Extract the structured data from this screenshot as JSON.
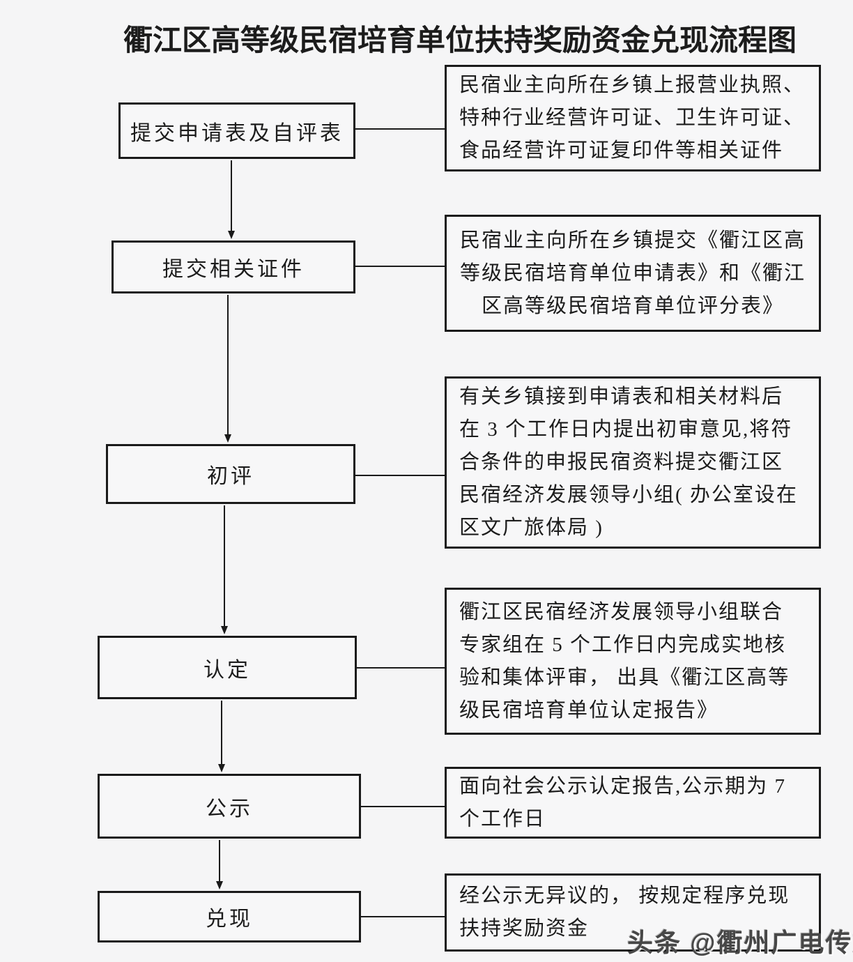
{
  "title": "衢江区高等级民宿培育单位扶持奖励资金兑现流程图",
  "watermark": "头条 @衢州广电传媒",
  "colors": {
    "background": "#f5f5f6",
    "box_border": "#1a1a1a",
    "text": "#1c1c1c",
    "watermark": "#474747"
  },
  "steps": [
    {
      "label": "提交申请表及自评表",
      "detail": "民宿业主向所在乡镇上报营业执照、\n特种行业经营许可证、卫生许可证、\n食品经营许可证复印件等相关证件"
    },
    {
      "label": "提交相关证件",
      "detail": "民宿业主向所在乡镇提交《衢江区高\n等级民宿培育单位申请表》和《衢江\n区高等级民宿培育单位评分表》"
    },
    {
      "label": "初评",
      "detail": "有关乡镇接到申请表和相关材料后\n在 3 个工作日内提出初审意见,将符\n合条件的申报民宿资料提交衢江区\n民宿经济发展领导小组( 办公室设在\n区文广旅体局 )"
    },
    {
      "label": "认定",
      "detail": "衢江区民宿经济发展领导小组联合\n专家组在 5 个工作日内完成实地核\n验和集体评审， 出具《衢江区高等\n级民宿培育单位认定报告》"
    },
    {
      "label": "公示",
      "detail": "面向社会公示认定报告,公示期为 7\n个工作日"
    },
    {
      "label": "兑现",
      "detail": "经公示无异议的， 按规定程序兑现\n扶持奖励资金"
    }
  ]
}
